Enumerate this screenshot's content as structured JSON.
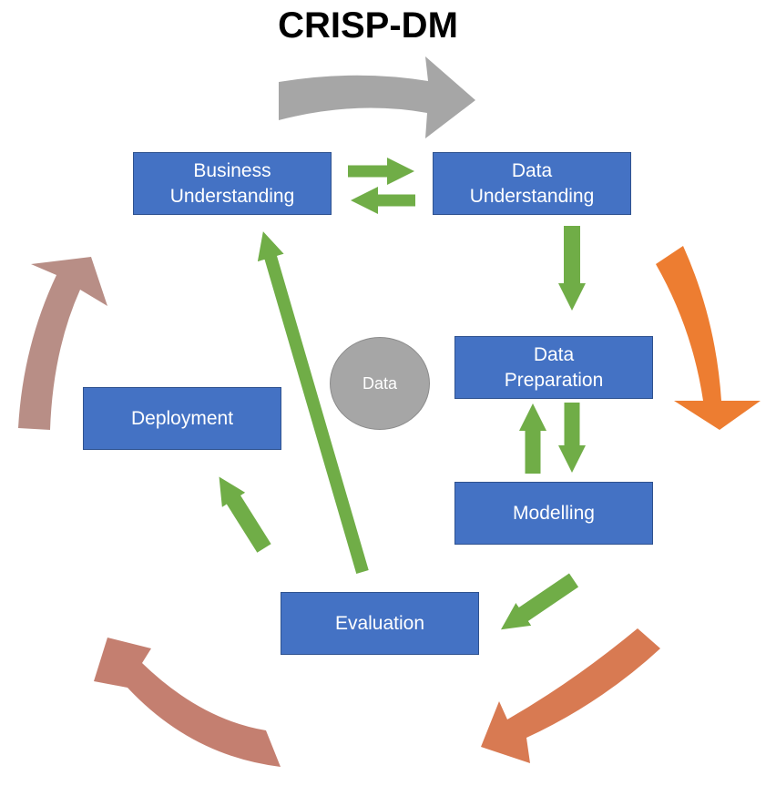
{
  "title": "CRISP-DM",
  "steps": {
    "business": [
      "Business",
      "Understanding"
    ],
    "data_understanding": [
      "Data",
      "Understanding"
    ],
    "data_preparation": [
      "Data",
      "Preparation"
    ],
    "modelling": "Modelling",
    "evaluation": "Evaluation",
    "deployment": "Deployment"
  },
  "center": "Data",
  "colors": {
    "box_fill": "#4472c4",
    "flow_arrow": "#70ad47",
    "cycle_gray": "#a6a6a6",
    "cycle_orange": "#ed7d31",
    "cycle_brown": "#d87a52",
    "cycle_rose": "#c47f70",
    "cycle_mauve": "#b88e86"
  }
}
